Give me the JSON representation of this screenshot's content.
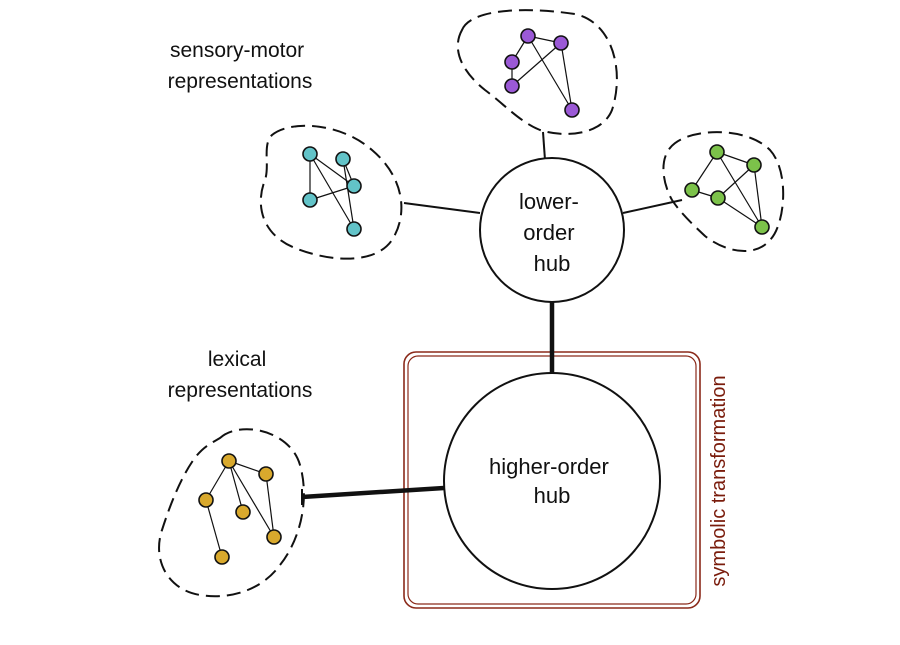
{
  "labels": {
    "sensory_motor": [
      "sensory-motor",
      "representations"
    ],
    "lexical": [
      "lexical",
      "representations"
    ],
    "symbolic": "symbolic transformation"
  },
  "hubs": {
    "lower": [
      "lower-",
      "order",
      "hub"
    ],
    "higher": [
      "higher-order",
      "hub"
    ]
  },
  "colors": {
    "purple": "#9b59d6",
    "teal": "#62c3c8",
    "green": "#7cc24a",
    "gold": "#d9a92d",
    "symbolic_box": "#8b2a1a",
    "symbolic_text": "#7a1c0c"
  }
}
